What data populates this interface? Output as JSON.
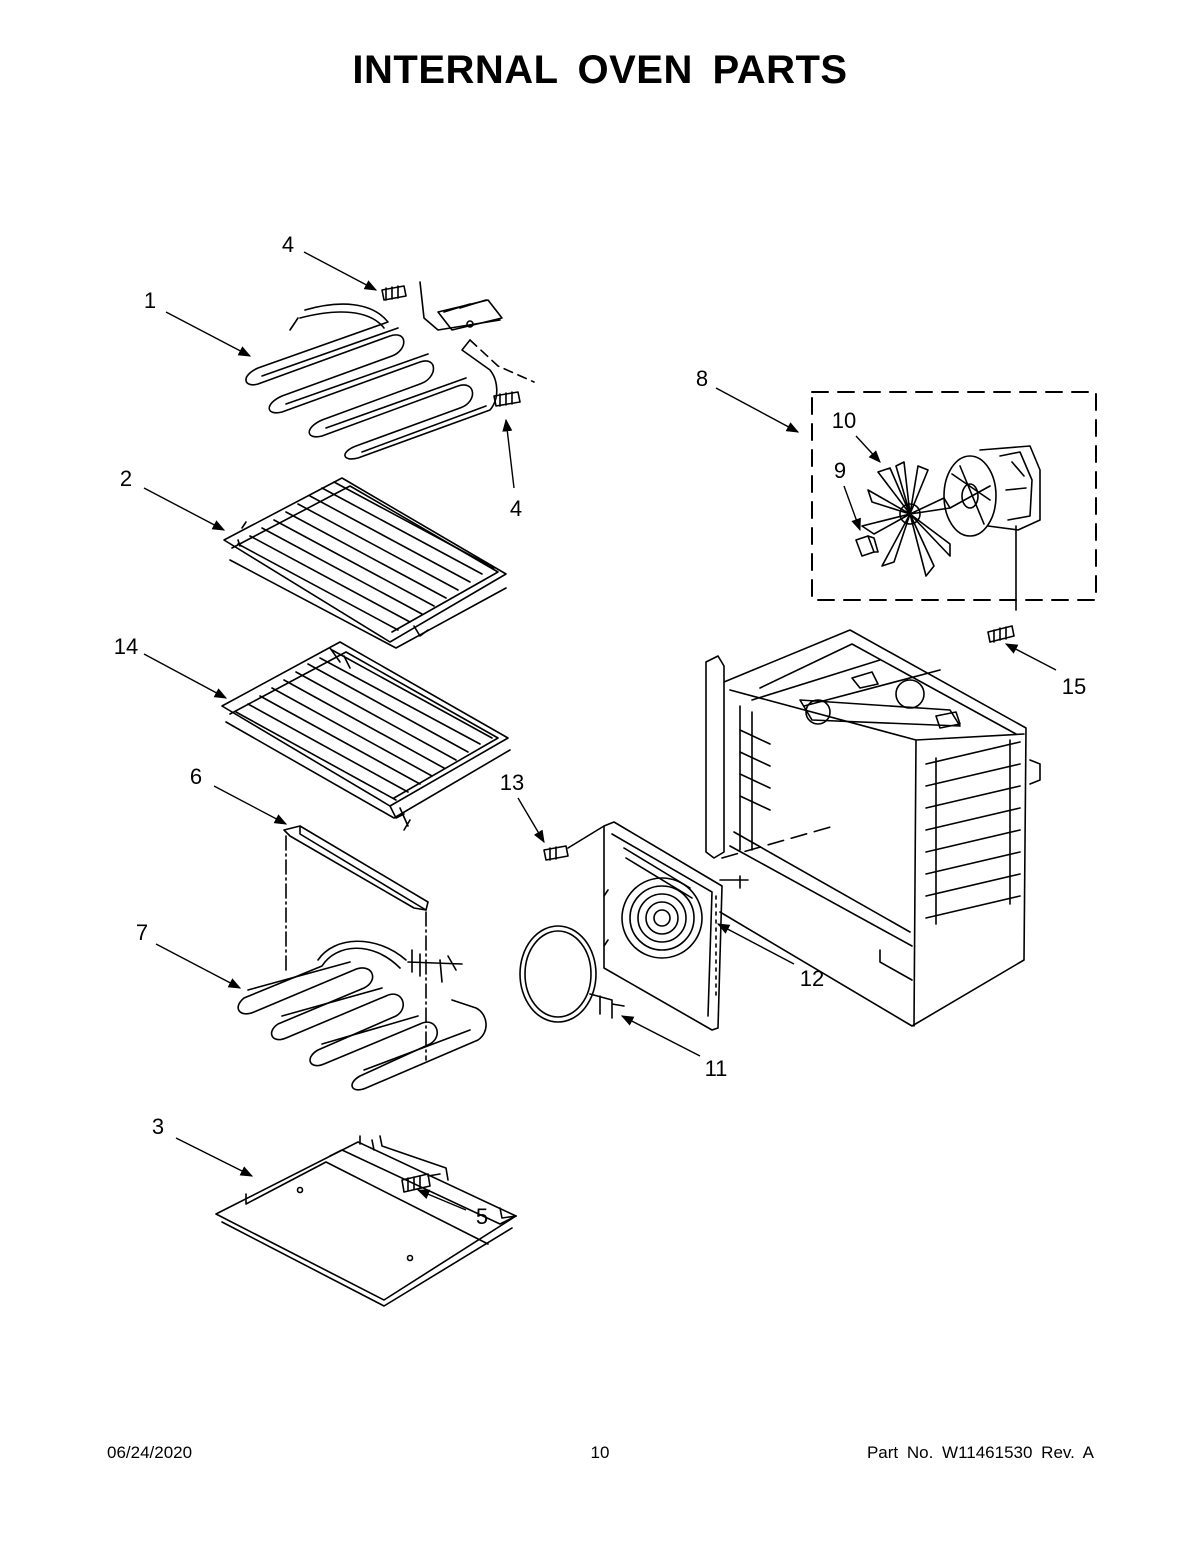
{
  "title": "INTERNAL OVEN PARTS",
  "callouts": {
    "c1": "1",
    "c2": "2",
    "c3": "3",
    "c4a": "4",
    "c4b": "4",
    "c5": "5",
    "c6": "6",
    "c7": "7",
    "c8": "8",
    "c9": "9",
    "c10": "10",
    "c11": "11",
    "c12": "12",
    "c13": "13",
    "c14": "14",
    "c15": "15"
  },
  "footer": {
    "date": "06/24/2020",
    "page": "10",
    "part": "Part No.  W11461530  Rev.  A"
  }
}
